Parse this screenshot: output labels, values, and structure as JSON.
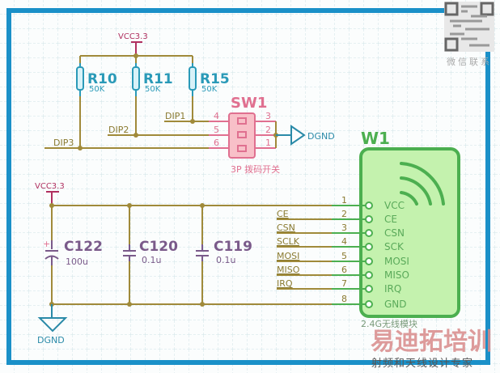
{
  "colors": {
    "frame": "#1a90c8",
    "wire": "#a08a3a",
    "resistor": "#2a9ab8",
    "capacitor": "#7a5a8a",
    "switch": "#e07090",
    "module_fill": "#c4f2ae",
    "module_stroke": "#4caf50",
    "power": "#b03060"
  },
  "power": {
    "vcc_top": "VCC3.3",
    "vcc_bottom": "VCC3.3",
    "gnd_switch": "DGND",
    "gnd_bottom": "DGND"
  },
  "resistors": [
    {
      "designator": "R10",
      "value": "50K"
    },
    {
      "designator": "R11",
      "value": "50K"
    },
    {
      "designator": "R15",
      "value": "50K"
    }
  ],
  "nets": {
    "dip1": "DIP1",
    "dip2": "DIP2",
    "dip3": "DIP3"
  },
  "switch": {
    "designator": "SW1",
    "description": "3P 拨码开关",
    "left_pins": [
      "4",
      "5",
      "6"
    ],
    "right_pins": [
      "3",
      "2",
      "1"
    ]
  },
  "capacitors": [
    {
      "designator": "C122",
      "value": "100u",
      "polarity": "+"
    },
    {
      "designator": "C120",
      "value": "0.1u"
    },
    {
      "designator": "C119",
      "value": "0.1u"
    }
  ],
  "module": {
    "designator": "W1",
    "description": "2.4G无线模块",
    "icon": "wireless-signal-icon",
    "pins": [
      {
        "num": "1",
        "name": "VCC",
        "net": ""
      },
      {
        "num": "2",
        "name": "CE",
        "net": "CE"
      },
      {
        "num": "3",
        "name": "CSN",
        "net": "CSN"
      },
      {
        "num": "4",
        "name": "SCK",
        "net": "SCLK"
      },
      {
        "num": "5",
        "name": "MOSI",
        "net": "MOSI"
      },
      {
        "num": "6",
        "name": "MISO",
        "net": "MISO"
      },
      {
        "num": "7",
        "name": "IRQ",
        "net": "IRQ"
      },
      {
        "num": "8",
        "name": "GND",
        "net": ""
      }
    ]
  },
  "watermark": {
    "brand": "易迪拓培训",
    "slogan": "射频和天线设计专家",
    "qr_caption": "微信联系"
  }
}
